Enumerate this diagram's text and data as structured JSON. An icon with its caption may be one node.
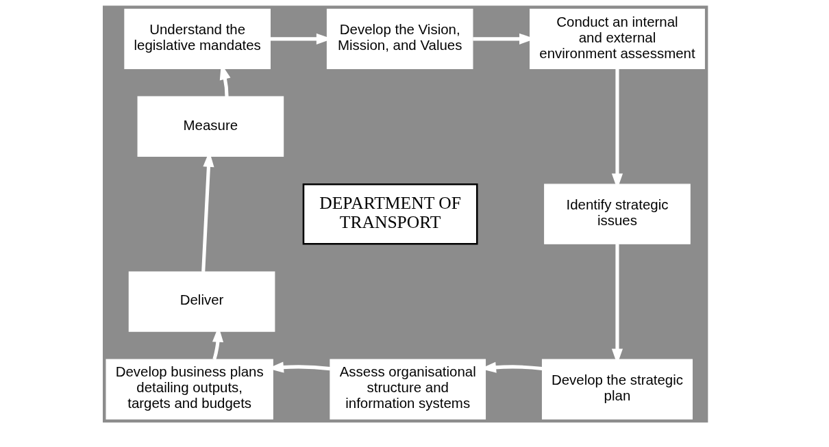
{
  "diagram": {
    "nodes": [
      {
        "text": [
          "Understand the legislative mandates"
        ]
      },
      {
        "text": [
          "Develop the Vision, Mission, and Values"
        ]
      },
      {
        "text": [
          "Conduct an internal and external environment assessment"
        ]
      },
      {
        "text": [
          "Identify strategic issues"
        ]
      },
      {
        "text": [
          "Develop the strategic plan"
        ]
      },
      {
        "text": [
          "Assess organisational structure and information systems"
        ]
      },
      {
        "text": [
          "Develop business plans detailing outputs, targets and budgets"
        ]
      },
      {
        "text": [
          "Deliver"
        ]
      },
      {
        "text": [
          "Measure"
        ]
      },
      {
        "text": [
          "DEPARTMENT OF TRANSPORT"
        ]
      }
    ],
    "edges": [
      {
        "from": 0,
        "to": 1,
        "arrow": "to"
      },
      {
        "from": 1,
        "to": 2,
        "arrow": "to"
      },
      {
        "from": 2,
        "to": 3,
        "arrow": "to"
      },
      {
        "from": 3,
        "to": 4,
        "arrow": "to"
      },
      {
        "from": 4,
        "to": 5,
        "arrow": "to"
      },
      {
        "from": 5,
        "to": 6,
        "arrow": "to"
      },
      {
        "from": 6,
        "to": 7,
        "arrow": "to"
      },
      {
        "from": 7,
        "to": 8,
        "arrow": "to"
      },
      {
        "from": 8,
        "to": 0,
        "arrow": "to"
      }
    ]
  }
}
